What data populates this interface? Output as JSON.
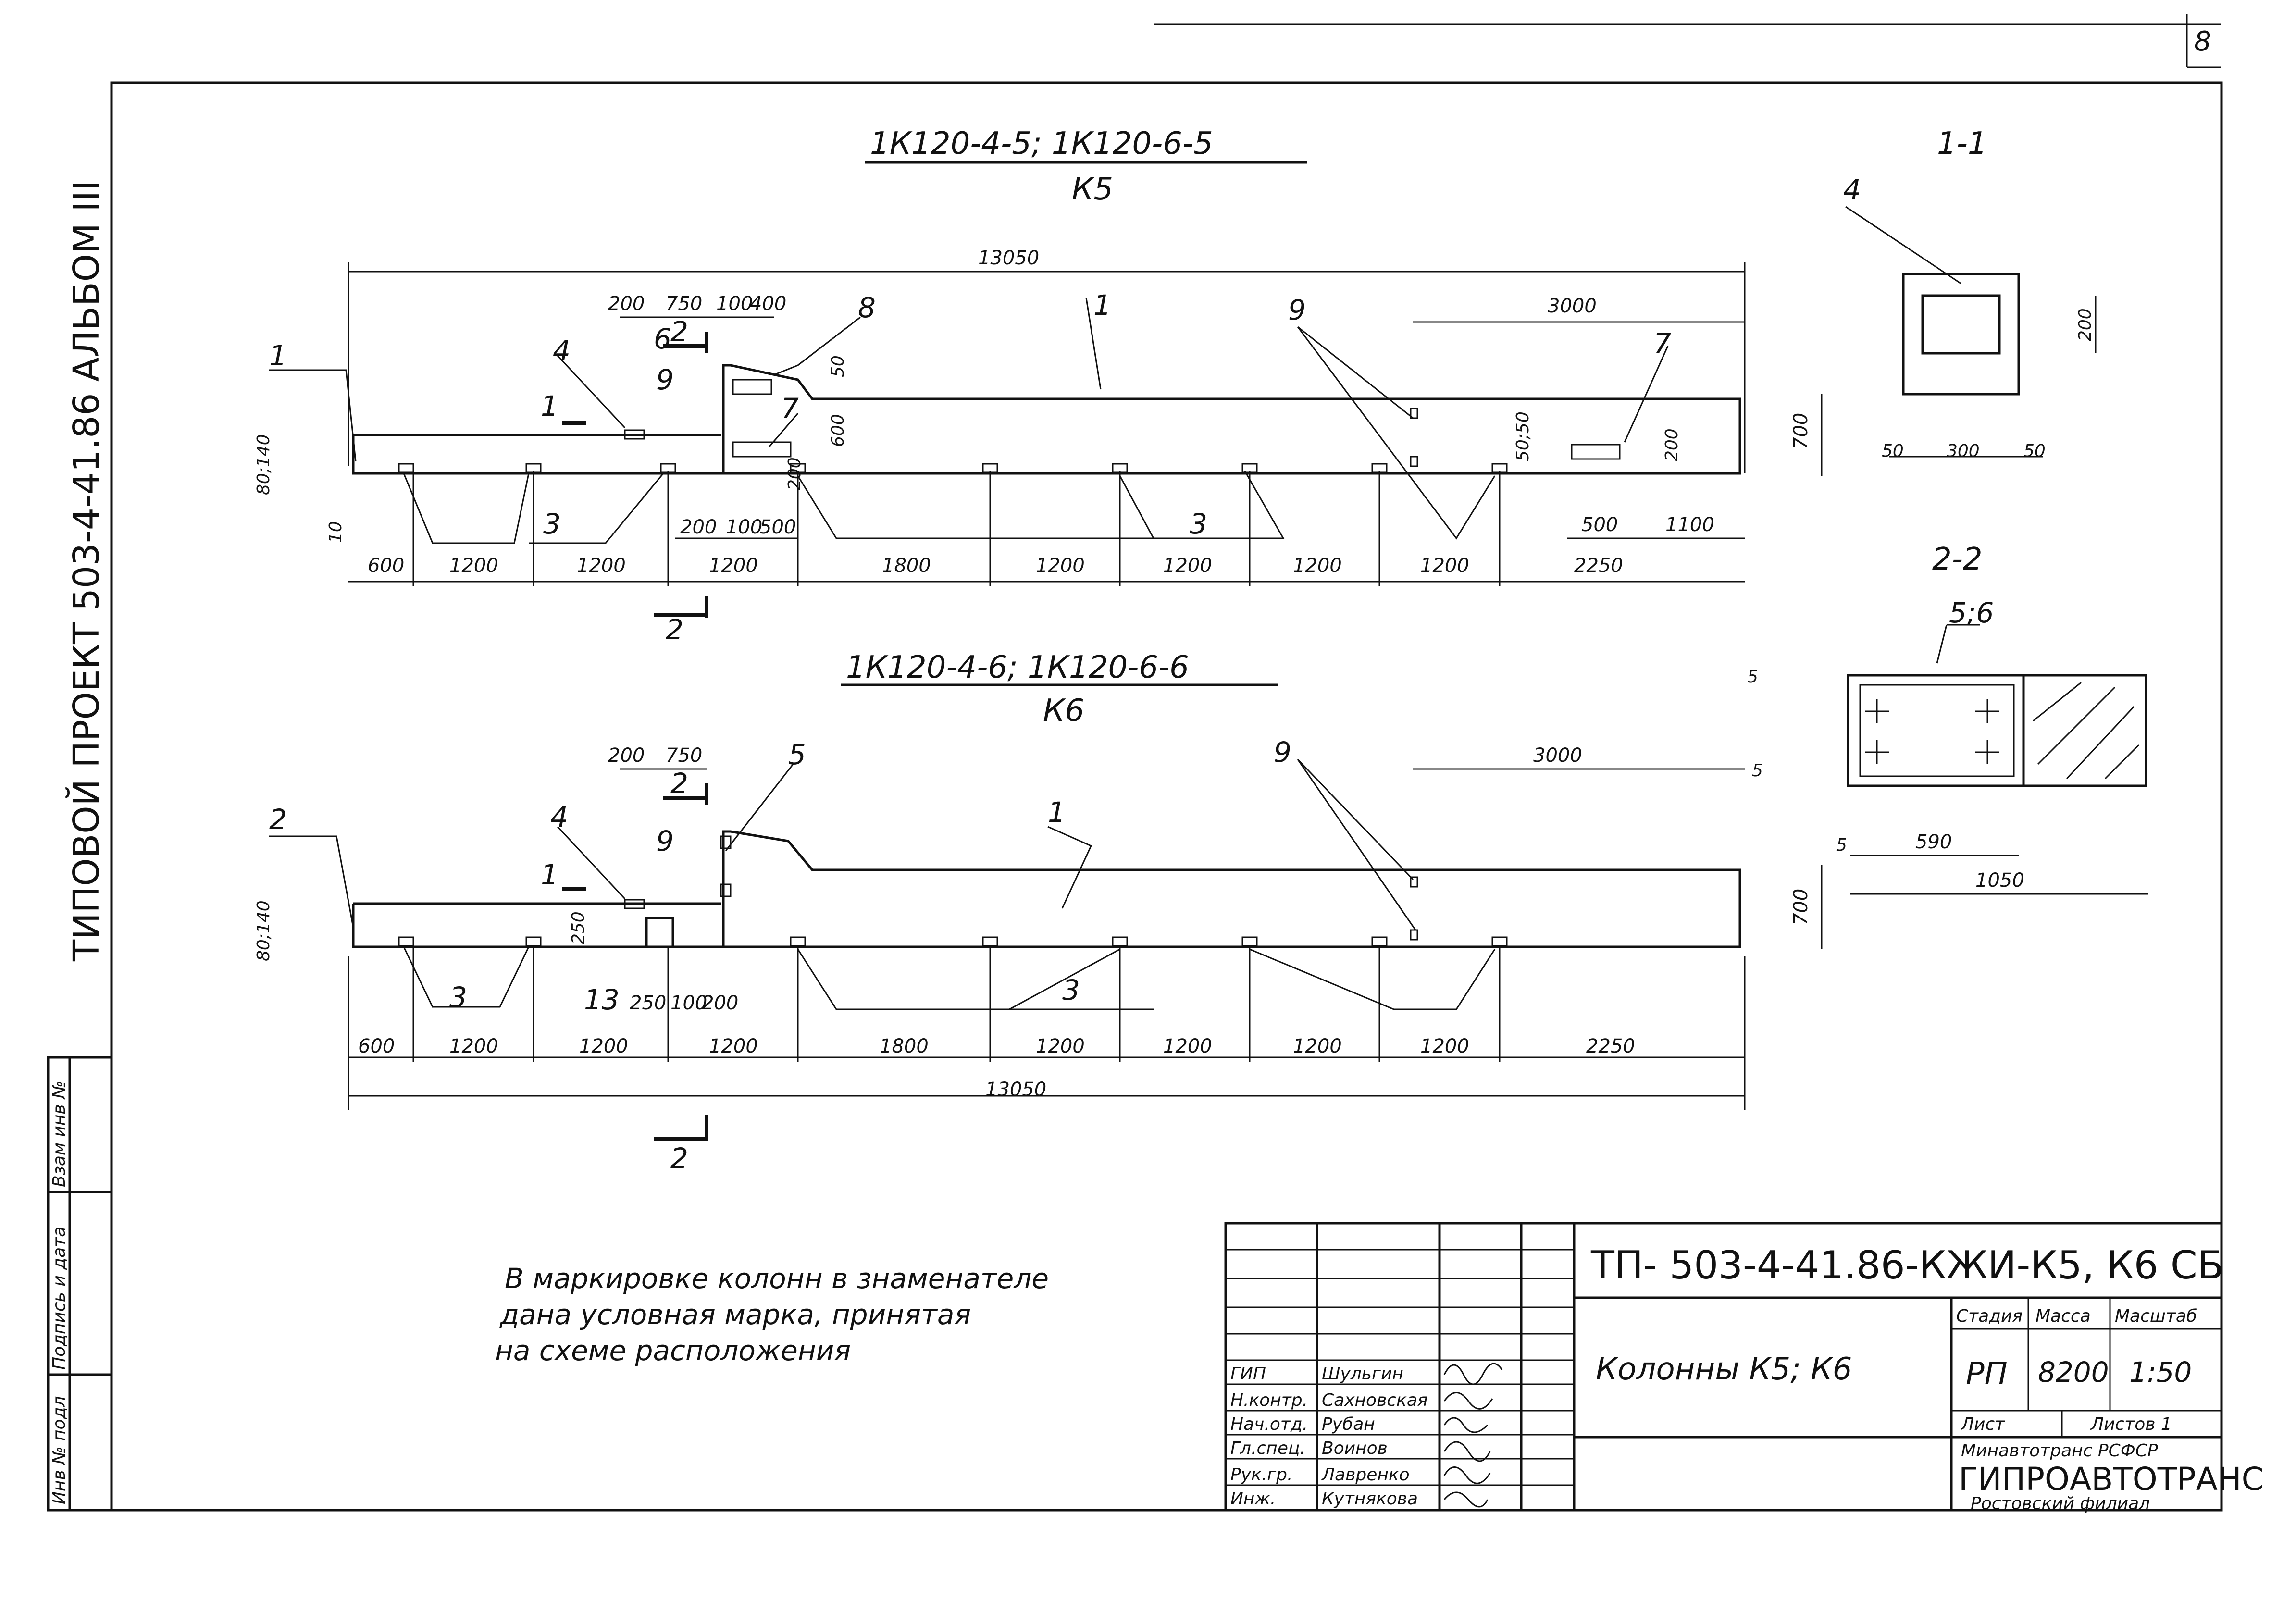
{
  "sheet_number": "8",
  "side_title": "ТИПОВОЙ ПРОЕКТ 503-4-41.86 АЛЬБОМ III",
  "side_stamp": [
    "Инв № подл",
    "Подпись и дата",
    "Взам инв №"
  ],
  "views": {
    "k5": {
      "header": "1К120-4-5; 1К120-6-5",
      "mark": "К5",
      "overall": "13050",
      "top_dims": [
        "200",
        "750",
        "100",
        "400"
      ],
      "right_top": "3000",
      "height": "700",
      "left_small": "80;140",
      "left_ten": "10",
      "mid_dims": [
        "200",
        "100",
        "500"
      ],
      "right_mid": [
        "500",
        "1100"
      ],
      "small_vert": [
        "50",
        "600",
        "200",
        "200",
        "50;50"
      ],
      "bottom_dims": [
        "600",
        "1200",
        "1200",
        "1200",
        "1800",
        "1200",
        "1200",
        "1200",
        "1200",
        "2250"
      ],
      "callouts": [
        "1",
        "2",
        "3",
        "3",
        "4",
        "6",
        "7",
        "7",
        "8",
        "9",
        "9"
      ],
      "section_marks": [
        "1",
        "2",
        "2"
      ]
    },
    "k6": {
      "header": "1К120-4-6; 1К120-6-6",
      "mark": "К6",
      "overall": "13050",
      "top_dims": [
        "200",
        "750"
      ],
      "right_top": "3000",
      "height": "700",
      "left_small": "80;140",
      "notch": "250",
      "mid_dims": [
        "13",
        "250",
        "100",
        "200"
      ],
      "bottom_dims": [
        "600",
        "1200",
        "1200",
        "1200",
        "1800",
        "1200",
        "1200",
        "1200",
        "1200",
        "2250"
      ],
      "callouts": [
        "1",
        "2",
        "3",
        "3",
        "4",
        "5",
        "9",
        "9"
      ],
      "section_marks": [
        "1",
        "2",
        "2"
      ]
    }
  },
  "sections": {
    "s1": {
      "title": "1-1",
      "callout": "4",
      "dims": [
        "50",
        "300",
        "50"
      ],
      "height": "200"
    },
    "s2": {
      "title": "2-2",
      "callout": "5;6",
      "width_inner": "590",
      "width_outer": "1050",
      "offsets": [
        "5",
        "5",
        "5"
      ]
    }
  },
  "note": [
    "В маркировке колонн в знаменателе",
    "дана условная марка, принятая",
    "на схеме расположения"
  ],
  "title_block": {
    "code": "ТП- 503-4-41.86-КЖИ-К5, К6 СБ",
    "name": "Колонны К5; К6",
    "headers": [
      "Стадия",
      "Масса",
      "Масштаб"
    ],
    "values": [
      "РП",
      "8200",
      "1:50"
    ],
    "sheet_label": "Лист",
    "sheets_label": "Листов 1",
    "ministry": "Минавтотранс РСФСР",
    "org": "ГИПРОАВТОТРАНС",
    "branch": "Ростовский филиал",
    "signers": [
      {
        "role": "ГИП",
        "name": "Шульгин"
      },
      {
        "role": "Н.контр.",
        "name": "Сахновская"
      },
      {
        "role": "Нач.отд.",
        "name": "Рубан"
      },
      {
        "role": "Гл.спец.",
        "name": "Воинов"
      },
      {
        "role": "Рук.гр.",
        "name": "Лавренко"
      },
      {
        "role": "Инж.",
        "name": "Кутнякова"
      }
    ]
  }
}
